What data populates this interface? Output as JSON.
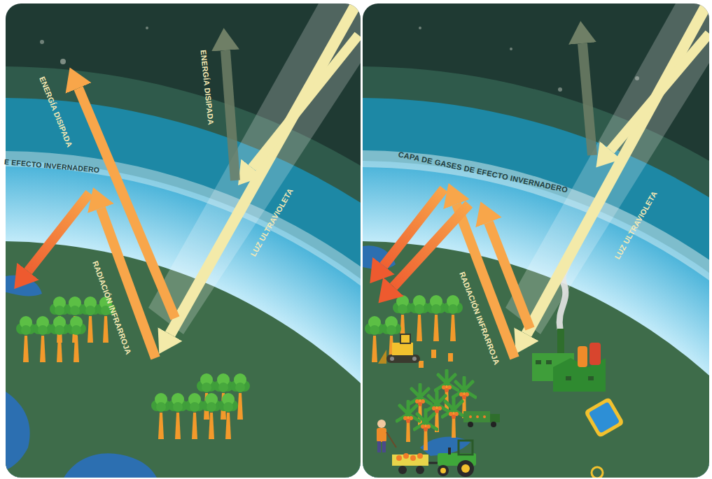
{
  "diagram": {
    "labels": [
      "ENERGÍA DISIPADA",
      "ENERGÍA DISIPADA",
      "E EFECTO INVERNADERO",
      "RADIACIÓN INFRARROJA",
      "LUZ ULTRAVIOLETA",
      "CAPA DE GASES DE EFECTO INVERNADERO",
      "RADIACIÓN INFRARROJA",
      "LUZ ULTRAVIOLETA"
    ]
  }
}
